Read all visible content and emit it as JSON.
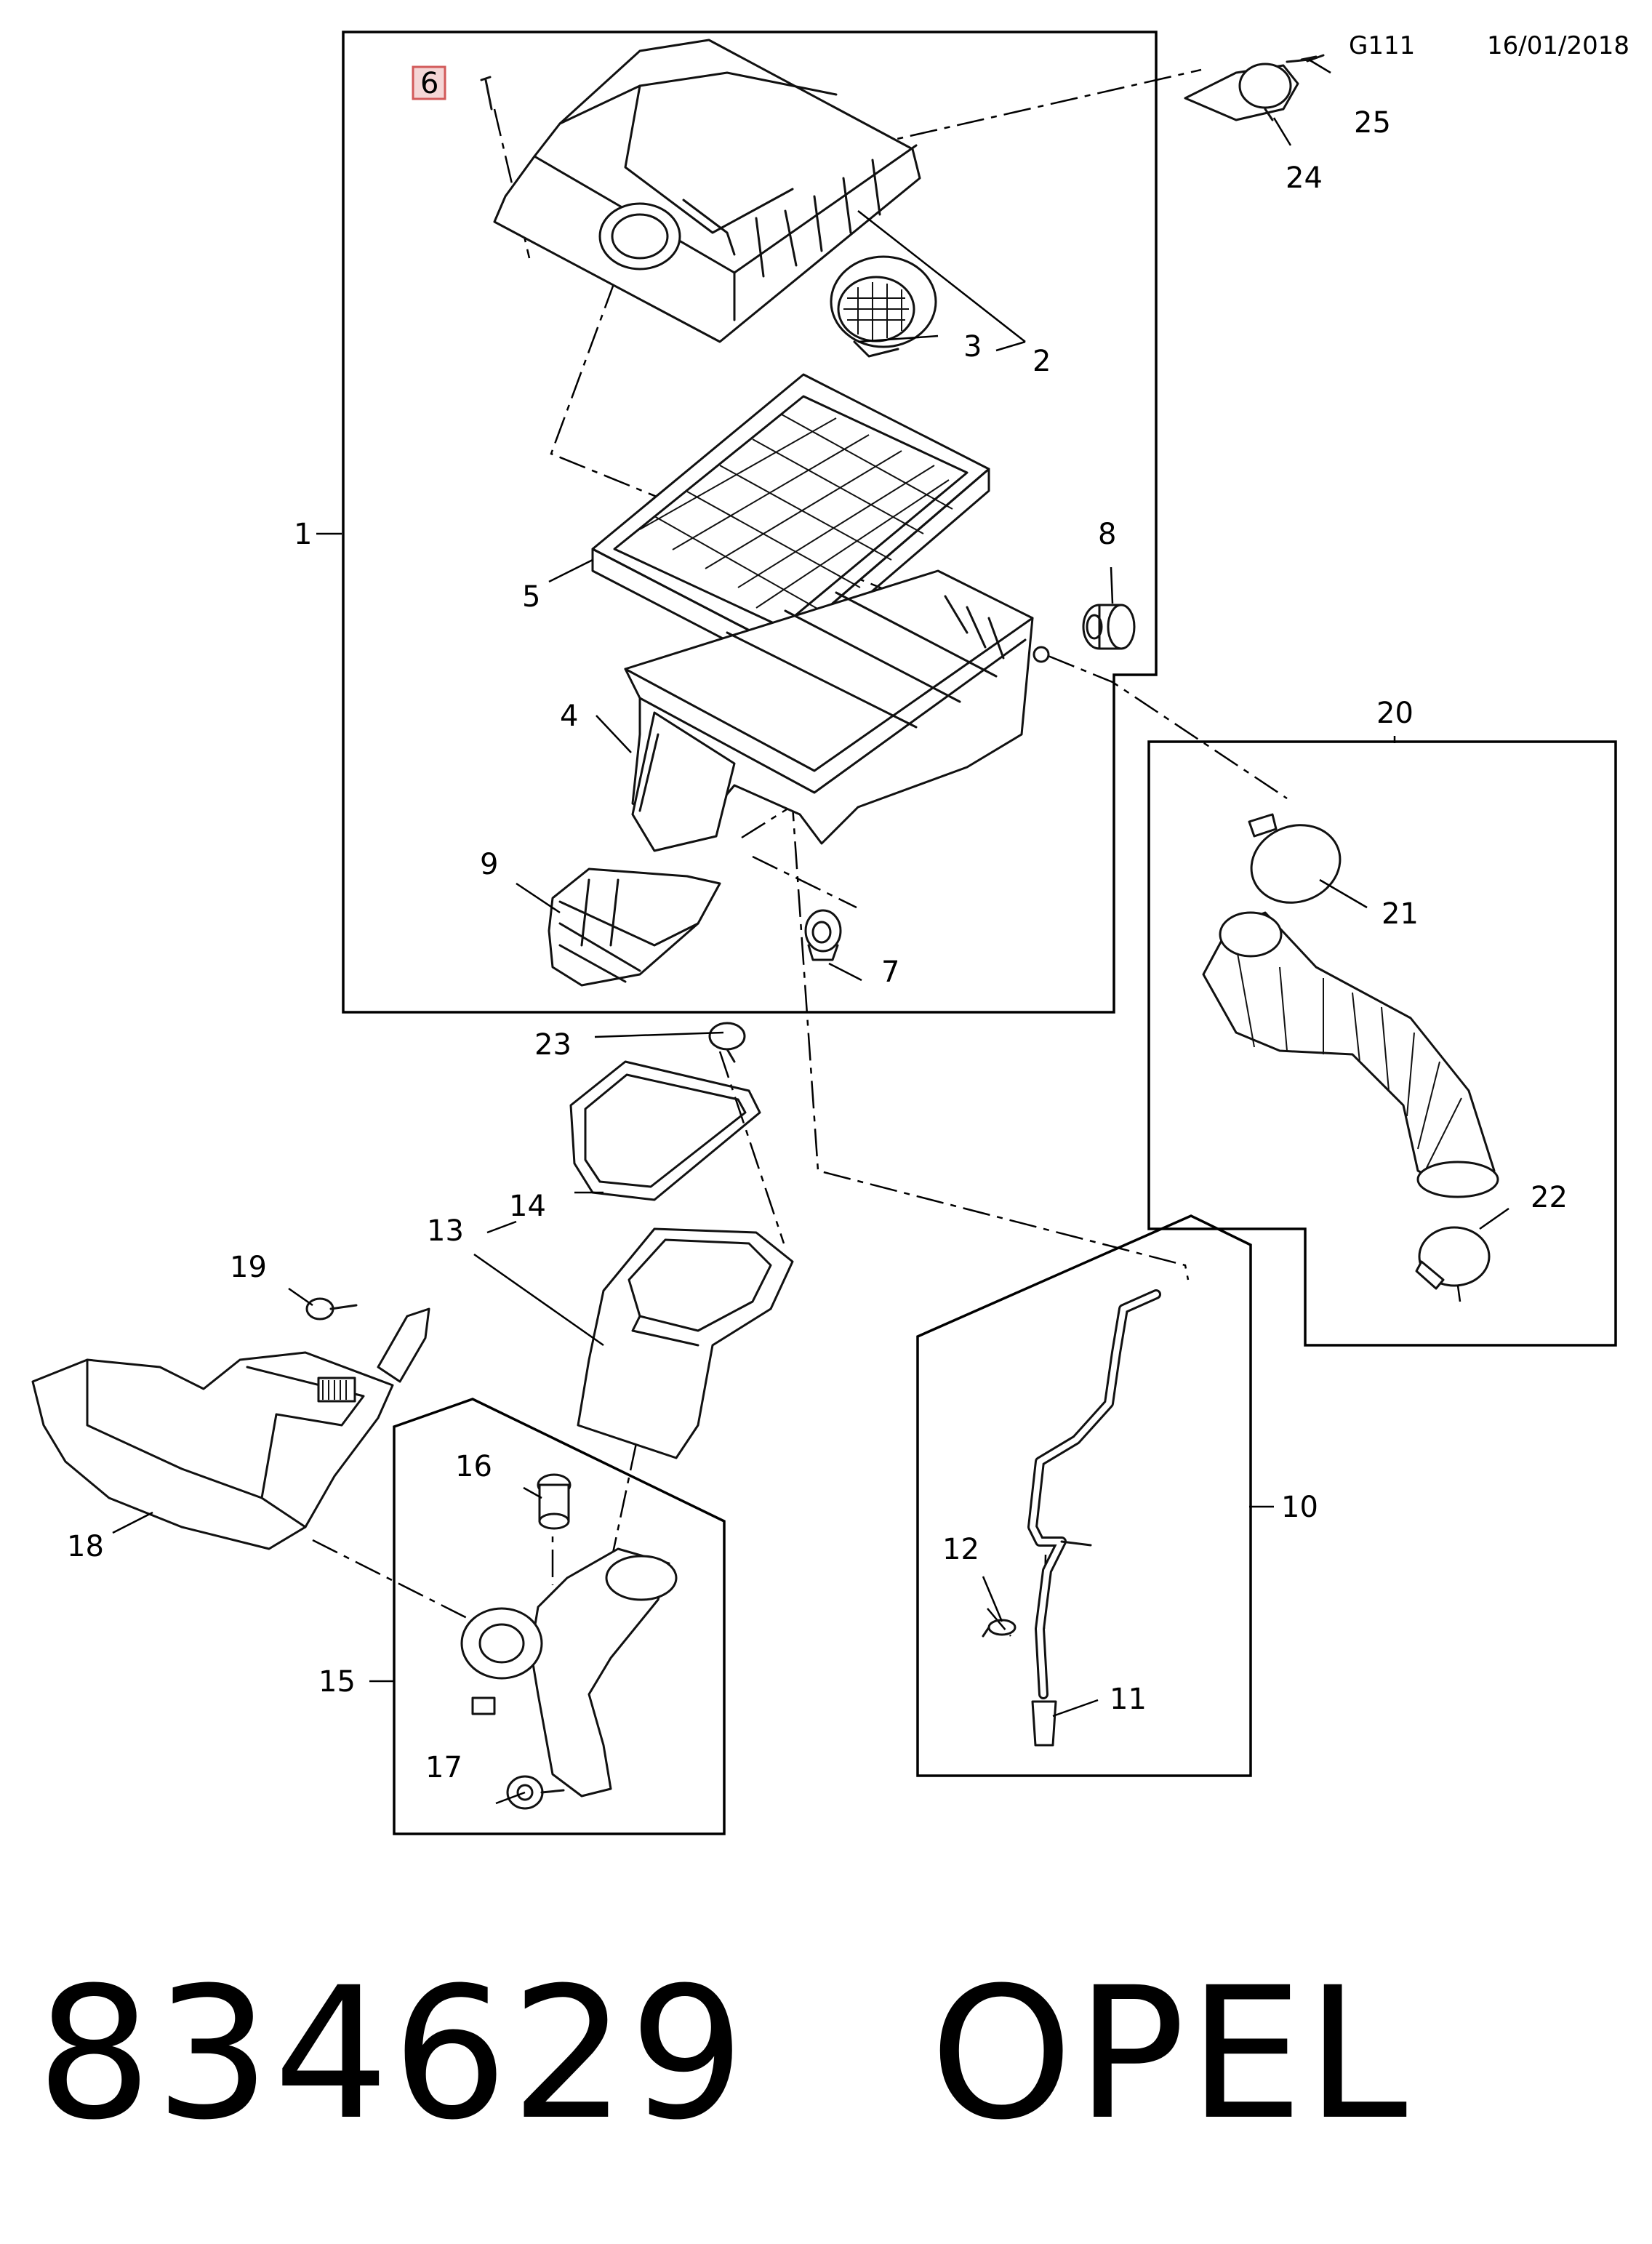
{
  "header": {
    "code": "G111",
    "date": "16/01/2018"
  },
  "footer": {
    "part_number": "834629",
    "brand": "OPEL"
  },
  "callouts": {
    "c1": "1",
    "c2": "2",
    "c3": "3",
    "c4": "4",
    "c5": "5",
    "c6": "6",
    "c7": "7",
    "c8": "8",
    "c9": "9",
    "c10": "10",
    "c11": "11",
    "c12": "12",
    "c13": "13",
    "c14": "14",
    "c15": "15",
    "c16": "16",
    "c17": "17",
    "c18": "18",
    "c19": "19",
    "c20": "20",
    "c21": "21",
    "c22": "22",
    "c23": "23",
    "c24": "24",
    "c25": "25"
  },
  "highlighted_callout": "6"
}
